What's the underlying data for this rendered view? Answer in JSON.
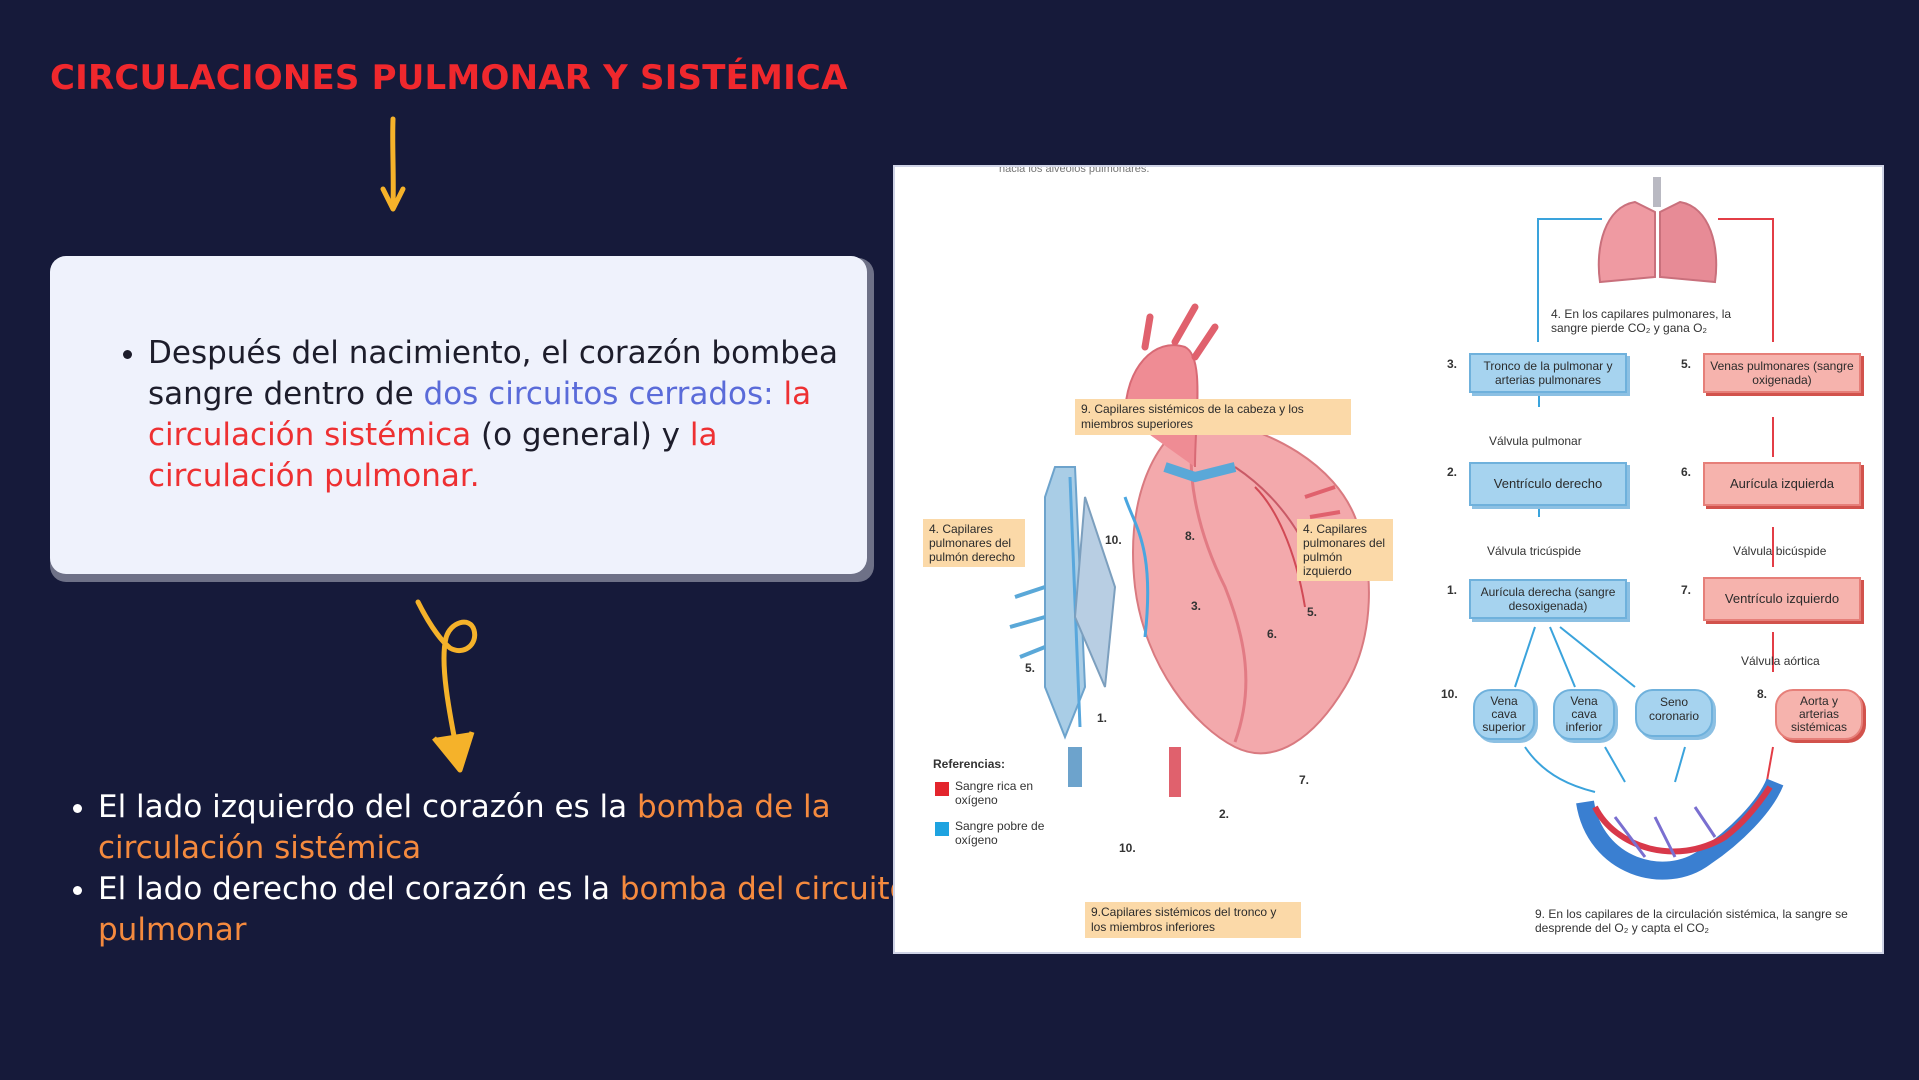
{
  "title": "CIRCULACIONES PULMONAR Y SISTÉMICA",
  "card": {
    "b1_a": "Después del nacimiento, el corazón bombea sangre dentro de ",
    "b1_b": "dos circuitos cerrados:",
    "b1_c": " la circulación sistémica",
    "b1_d": " (o general) y ",
    "b1_e": "la circulación pulmonar."
  },
  "bottom": {
    "b1_a": "El lado izquierdo del corazón es la ",
    "b1_b": "bomba de la circulación sistémica",
    "b2_a": "El lado derecho del corazón es la ",
    "b2_b": "bomba del circuito pulmonar"
  },
  "diagram": {
    "top_cut_text": "hacia los alvéolos pulmonares.",
    "heart_note_top": "9. Capilares sistémicos de la cabeza y los miembros superiores",
    "heart_note_left": "4. Capilares pulmonares del pulmón derecho",
    "heart_note_right": "4. Capilares pulmonares del pulmón izquierdo",
    "heart_note_bottom": "9.Capilares sistémicos del tronco y los miembros inferiores",
    "legend_title": "Referencias:",
    "legend_red": "Sangre rica en oxígeno",
    "legend_blue": "Sangre pobre de oxígeno",
    "lung_caption": "4. En los capilares pulmonares, la sangre pierde CO₂ y gana O₂",
    "flow": {
      "n3": "3.",
      "tronco": "Tronco de la pulmonar y arterias pulmonares",
      "n5": "5.",
      "venas": "Venas pulmonares (sangre oxigenada)",
      "valv_pulmonar": "Válvula pulmonar",
      "n2": "2.",
      "ventriculo_der": "Ventrículo derecho",
      "n6": "6.",
      "auricula_izq": "Aurícula izquierda",
      "valv_tricuspide": "Válvula tricúspide",
      "valv_bicuspide": "Válvula bicúspide",
      "n1": "1.",
      "auricula_der": "Aurícula derecha (sangre desoxigenada)",
      "n7": "7.",
      "ventriculo_izq": "Ventrículo izquierdo",
      "valv_aortica": "Válvula aórtica",
      "n10": "10.",
      "vena_sup": "Vena cava superior",
      "vena_inf": "Vena cava inferior",
      "seno": "Seno coronario",
      "n8": "8.",
      "aorta": "Aorta y arterias sistémicas",
      "capillary_caption": "9. En los capilares de la circulación sistémica, la sangre se desprende del O₂ y capta el CO₂"
    },
    "heart_numbers": [
      "10.",
      "8.",
      "3.",
      "6.",
      "5.",
      "5.",
      "1.",
      "2.",
      "7.",
      "10."
    ]
  },
  "colors": {
    "background": "#161a3a",
    "title": "#f0282d",
    "blue_text": "#5a6bd9",
    "red_text": "#ee3032",
    "orange_text": "#f58a3e",
    "arrow": "#f5b22a"
  }
}
